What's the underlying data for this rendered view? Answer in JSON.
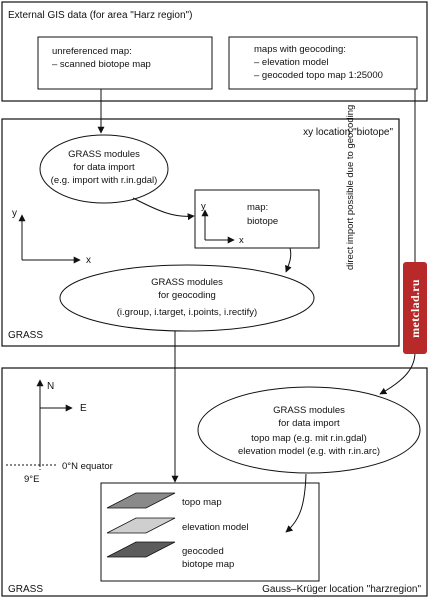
{
  "external": {
    "title": "External GIS data (for area \"Harz region\")",
    "unreferenced": {
      "line1": "unreferenced map:",
      "line2": "– scanned biotope map"
    },
    "geocoded": {
      "line1": "maps with geocoding:",
      "line2": "– elevation model",
      "line3": "– geocoded topo map 1:25000"
    }
  },
  "xy_location": {
    "title": "xy location \"biotope\"",
    "import_module": {
      "line1": "GRASS modules",
      "line2": "for data import",
      "line3": "(e.g. import with r.in.gdal)"
    },
    "map_box": {
      "line1": "map:",
      "line2": "biotope"
    },
    "geocoding_module": {
      "line1": "GRASS modules",
      "line2": "for geocoding",
      "line3": "(i.group, i.target, i.points, i.rectify)"
    },
    "axis_y": "y",
    "axis_x": "x",
    "footer": "GRASS"
  },
  "direct_import_note": "direct import possible due to geocoding",
  "gk_location": {
    "north": "N",
    "east": "E",
    "equator": "0°N equator",
    "meridian": "9°E",
    "import_module": {
      "line1": "GRASS modules",
      "line2": "for data import",
      "line3": "topo map (e.g. mit r.in.gdal)",
      "line4": "elevation model (e.g. with r.in.arc)"
    },
    "layers": [
      "topo map",
      "elevation model",
      "geocoded",
      "biotope map"
    ],
    "footer_left": "GRASS",
    "footer_right": "Gauss–Krüger location \"harzregion\""
  },
  "watermark": "metclad.ru",
  "colors": {
    "layer_top": "#8a8a8a",
    "layer_mid": "#cfcfcf",
    "layer_bottom": "#5c5c5c",
    "watermark": "#b82a2a"
  }
}
